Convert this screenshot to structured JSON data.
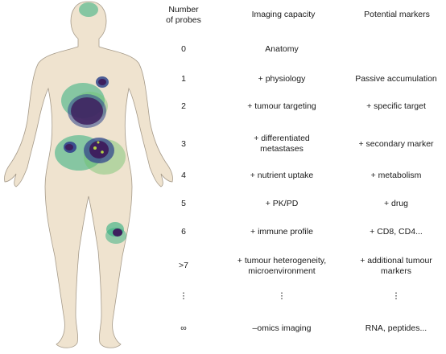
{
  "headers": {
    "probes": "Number\nof probes",
    "imaging": "Imaging capacity",
    "markers": "Potential markers"
  },
  "rows": [
    {
      "probes": "0",
      "imaging": "Anatomy",
      "markers": ""
    },
    {
      "probes": "1",
      "imaging": "+ physiology",
      "markers": "Passive accumulation"
    },
    {
      "probes": "2",
      "imaging": "+ tumour targeting",
      "markers": "+ specific target"
    },
    {
      "probes": "3",
      "imaging": "+ differentiated\nmetastases",
      "markers": "+ secondary marker"
    },
    {
      "probes": "4",
      "imaging": "+ nutrient uptake",
      "markers": "+ metabolism"
    },
    {
      "probes": "5",
      "imaging": "+ PK/PD",
      "markers": "+ drug"
    },
    {
      "probes": "6",
      "imaging": "+ immune profile",
      "markers": "+ CD8, CD4..."
    },
    {
      "probes": ">7",
      "imaging": "+ tumour heterogeneity,\nmicroenvironment",
      "markers": "+ additional tumour\nmarkers"
    },
    {
      "probes": "⋮",
      "imaging": "⋮",
      "markers": "⋮"
    },
    {
      "probes": "∞",
      "imaging": "–omics imaging",
      "markers": "RNA, peptides..."
    }
  ],
  "colors": {
    "body_fill": "#efe3cf",
    "body_stroke": "#a59a89",
    "teal": "#2fae7d",
    "deep_purple": "#3e1f5e",
    "indigo": "#3b4f8f",
    "yellow_green": "#b5d444"
  }
}
